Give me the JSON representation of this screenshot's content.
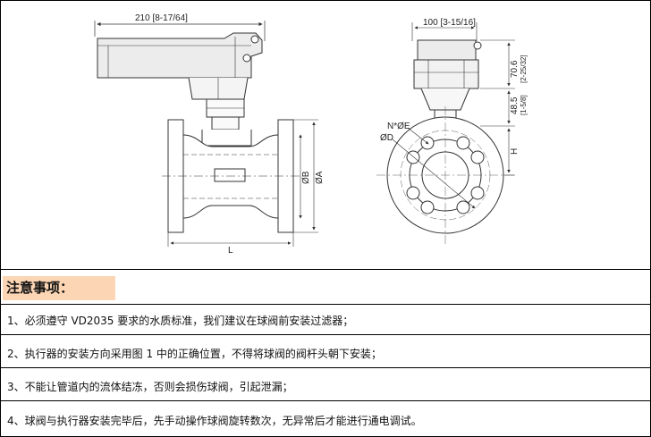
{
  "drawing": {
    "dims": {
      "side_width": "210 [8-17/64]",
      "front_width": "100 [3-15/16]",
      "actuator_height": "70.6",
      "actuator_height_in": "[2-25/32]",
      "neck_height": "48.5",
      "neck_height_in": "[1-5/8]",
      "bolt_spec": "N*ØE",
      "bolt_circle": "ØD",
      "center_height": "H",
      "length": "L",
      "dia_b": "ØB",
      "dia_a": "ØA"
    }
  },
  "notes": {
    "heading": "注意事项：",
    "items": [
      "1、必须遵守 VD2035 要求的水质标准，我们建议在球阀前安装过滤器；",
      "2、执行器的安装方向采用图 1 中的正确位置，不得将球阀的阀杆头朝下安装；",
      "3、不能让管道内的流体结冻，否则会损伤球阀，引起泄漏；",
      "4、球阀与执行器安装完毕后，先手动操作球阀旋转数次，无异常后才能进行通电调试。"
    ]
  }
}
